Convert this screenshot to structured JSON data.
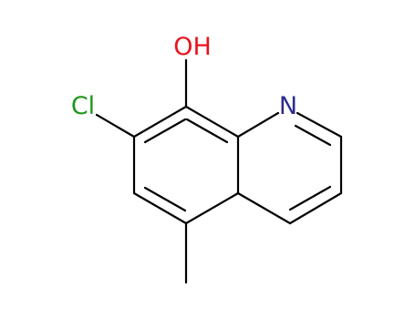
{
  "molecule": {
    "atoms": {
      "hydroxyl": {
        "label": "OH",
        "color": "#e8141e"
      },
      "chlorine": {
        "label": "Cl",
        "color": "#1f961f"
      },
      "nitrogen": {
        "label": "N",
        "color": "#2d2d8c"
      }
    },
    "bond_color": "#000000"
  }
}
